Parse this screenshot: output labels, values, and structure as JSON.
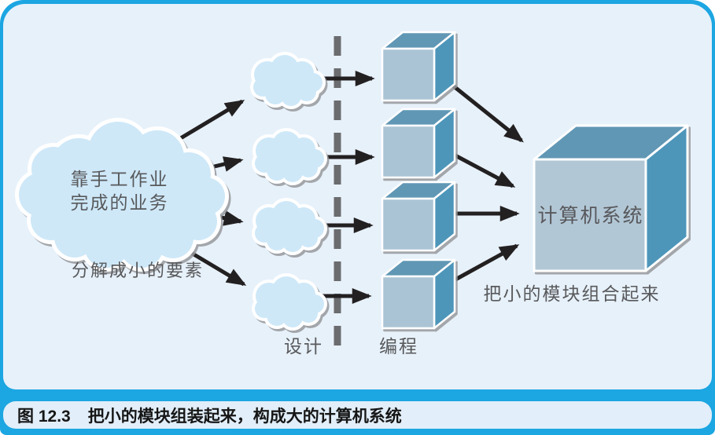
{
  "figure": {
    "caption_label": "图 12.3",
    "caption_title": "把小的模块组装起来，构成大的计算机系统"
  },
  "diagram": {
    "manual_cloud_line1": "靠手工作业",
    "manual_cloud_line2": "完成的业务",
    "decompose_label": "分解成小的要素",
    "design_label": "设计",
    "programming_label": "编程",
    "assemble_label": "把小的模块组合起来",
    "system_cube_label": "计算机系统"
  },
  "colors": {
    "frame_blue": "#1CA6E2",
    "panel_bg": "#E7F1FA",
    "caption_bg": "#E2EEF9",
    "cloud_fill": "#CEE8F8",
    "cloud_outline": "#FFFFFF",
    "cube_front": "#ABC4D5",
    "cube_top": "#6097B5",
    "cube_side": "#4E96BA",
    "big_cube_front": "#B2C7D6",
    "arrow_black": "#232021",
    "dash_gray": "#6B6C6F",
    "label_gray": "#58595B"
  }
}
